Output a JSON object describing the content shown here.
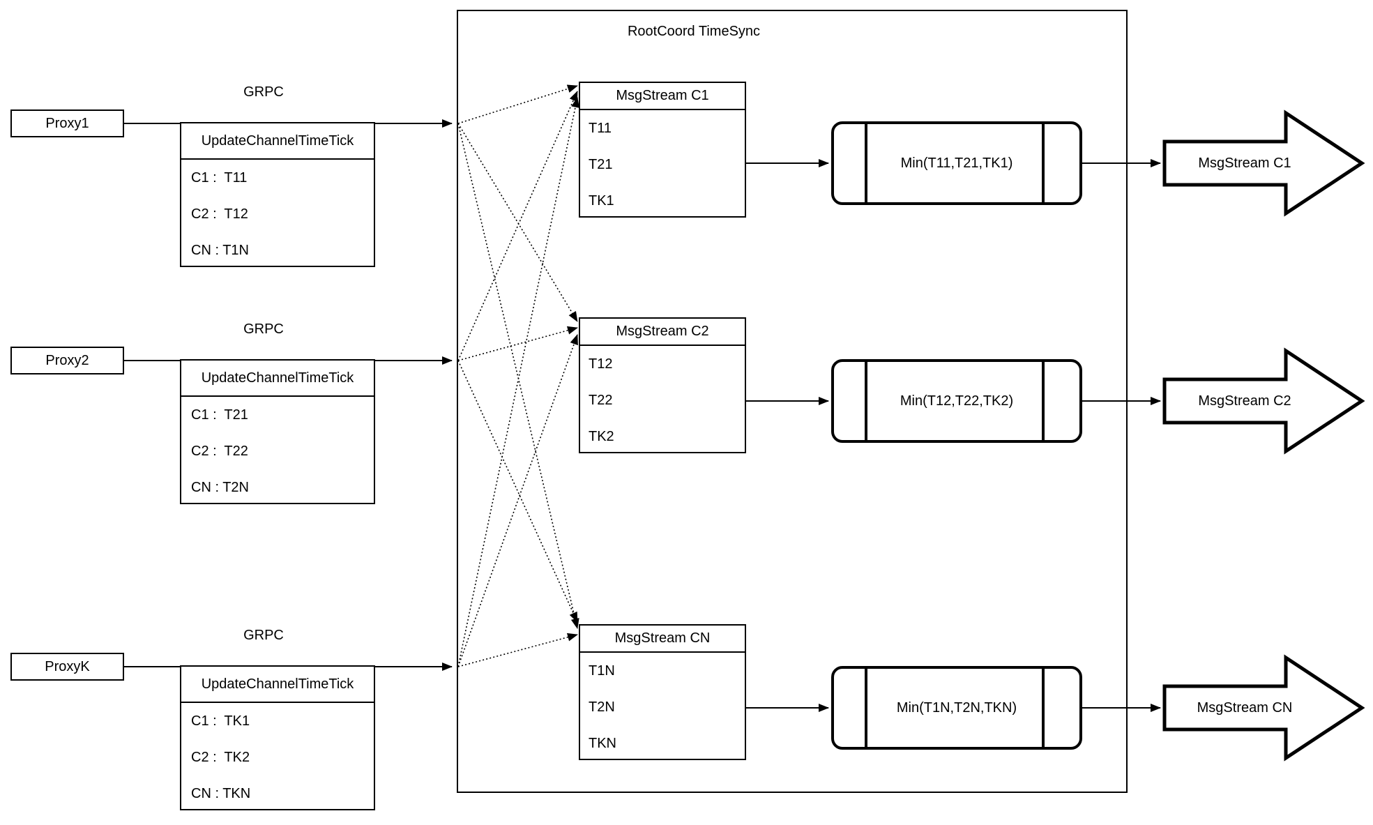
{
  "diagram": {
    "container_title": "RootCoord TimeSync",
    "grpc_label": "GRPC",
    "rows": [
      {
        "proxy": "Proxy1",
        "rpc_header": "UpdateChannelTimeTick",
        "rpc_entries": [
          "C1 :  T11",
          "C2 :  T12",
          "CN : T1N"
        ],
        "stream_header": "MsgStream C1",
        "stream_entries": [
          "T11",
          "T21",
          "TK1"
        ],
        "min_label": "Min(T11,T21,TK1)",
        "out_label": "MsgStream C1"
      },
      {
        "proxy": "Proxy2",
        "rpc_header": "UpdateChannelTimeTick",
        "rpc_entries": [
          "C1 :  T21",
          "C2 :  T22",
          "CN : T2N"
        ],
        "stream_header": "MsgStream C2",
        "stream_entries": [
          "T12",
          "T22",
          "TK2"
        ],
        "min_label": "Min(T12,T22,TK2)",
        "out_label": "MsgStream C2"
      },
      {
        "proxy": "ProxyK",
        "rpc_header": "UpdateChannelTimeTick",
        "rpc_entries": [
          "C1 :  TK1",
          "C2 :  TK2",
          "CN : TKN"
        ],
        "stream_header": "MsgStream CN",
        "stream_entries": [
          "T1N",
          "T2N",
          "TKN"
        ],
        "min_label": "Min(T1N,T2N,TKN)",
        "out_label": "MsgStream CN"
      }
    ],
    "colors": {
      "stroke": "#000000",
      "fill": "#ffffff"
    }
  }
}
